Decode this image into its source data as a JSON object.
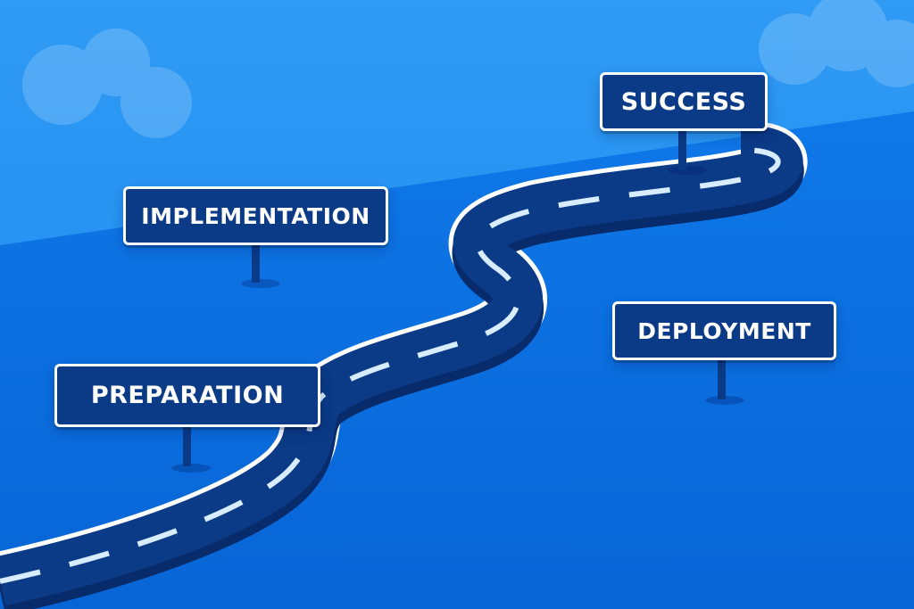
{
  "colors": {
    "sky_top": "#2f9bf5",
    "sky_bottom": "#1a86ee",
    "ground": "#0a6de0",
    "road": "#0b3a86",
    "road_edge": "#ffffff",
    "lane_marking": "#d7ecff",
    "sign_background": "#0b3a86",
    "sign_text": "#ffffff"
  },
  "signs": {
    "success": {
      "label": "SUCCESS"
    },
    "implementation": {
      "label": "IMPLEMENTATION"
    },
    "deployment": {
      "label": "DEPLOYMENT"
    },
    "preparation": {
      "label": "PREPARATION"
    }
  }
}
